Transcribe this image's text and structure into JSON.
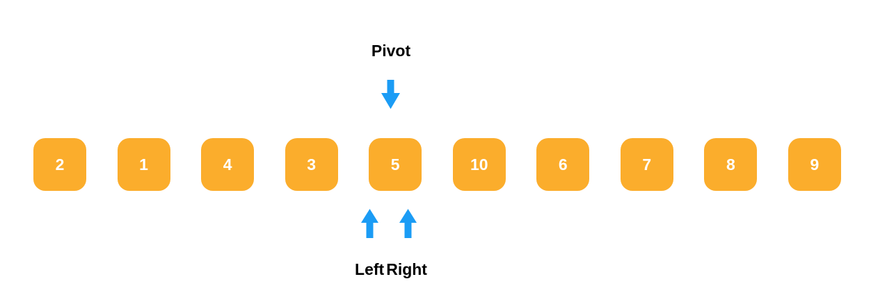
{
  "labels": {
    "pivot": "Pivot",
    "left": "Left",
    "right": "Right"
  },
  "array": {
    "values": [
      "2",
      "1",
      "4",
      "3",
      "5",
      "10",
      "6",
      "7",
      "8",
      "9"
    ],
    "pivot_index": 4,
    "pivot_value": "5"
  },
  "colors": {
    "cell_background": "#FBAD2C",
    "cell_text": "#FFFFFF",
    "arrow_blue": "#1B9CF5",
    "label_text": "#000000",
    "background": "#FFFFFF"
  },
  "icons": {
    "pivot_pointer": "arrow-down-icon",
    "left_pointer": "arrow-up-icon",
    "right_pointer": "arrow-up-icon"
  }
}
